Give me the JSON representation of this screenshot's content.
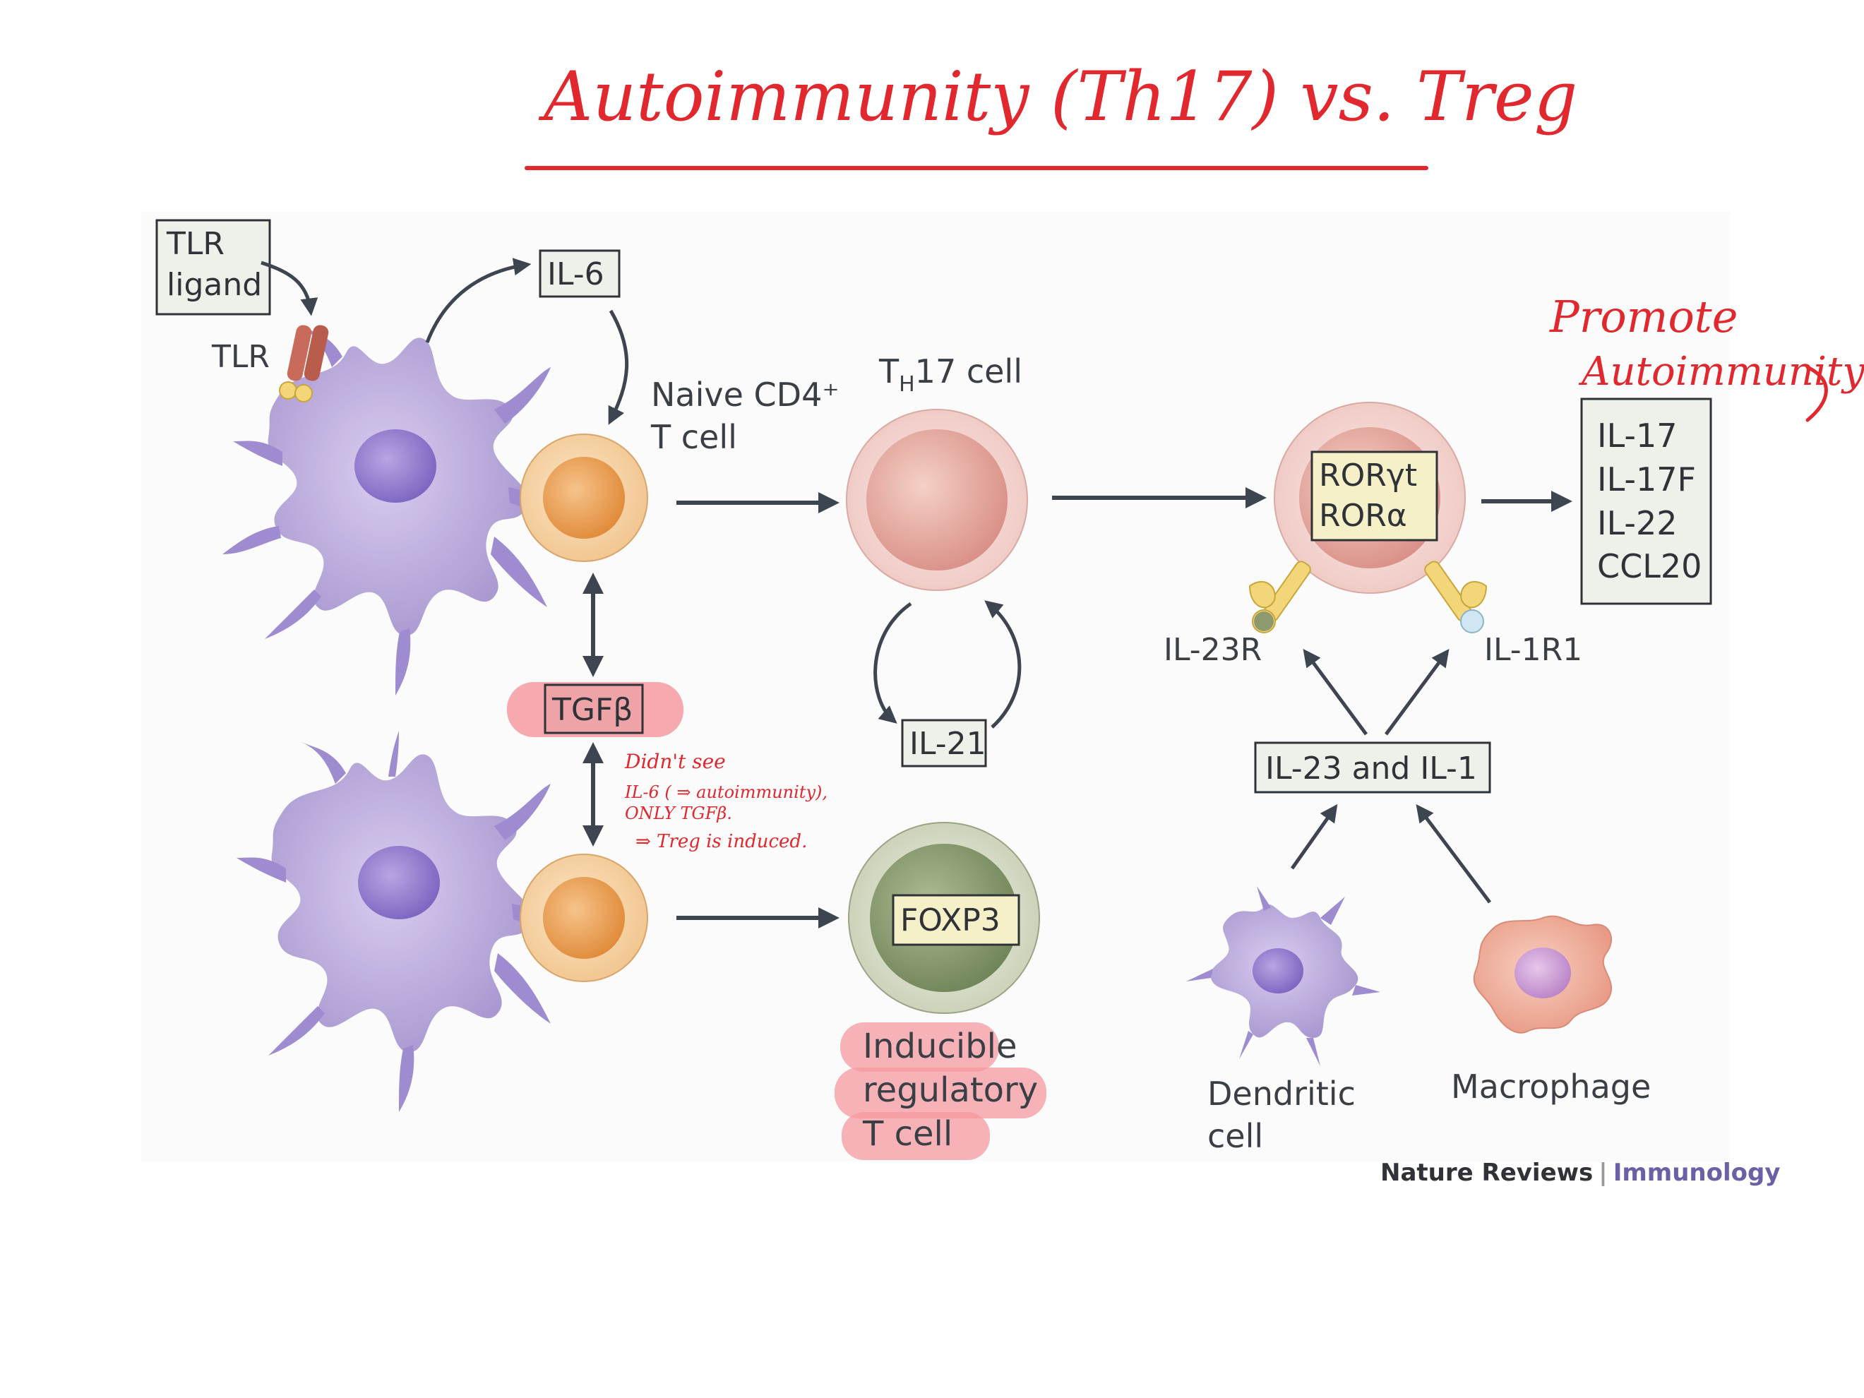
{
  "title": "Autoimmunity (Th17) vs. Treg",
  "labels": {
    "tlr_ligand_line1": "TLR",
    "tlr_ligand_line2": "ligand",
    "tlr": "TLR",
    "il6": "IL-6",
    "naive_line1": "Naive CD4⁺",
    "naive_line2": "T cell",
    "th17_prefix": "T",
    "th17_sub": "H",
    "th17_suffix": "17 cell",
    "tgfb": "TGFβ",
    "il21": "IL-21",
    "ror_line1": "RORγt",
    "ror_line2": "RORα",
    "il23r": "IL-23R",
    "il1r1": "IL-1R1",
    "il23_il1": "IL-23 and IL-1",
    "foxp3": "FOXP3",
    "itreg_line1": "Inducible",
    "itreg_line2": "regulatory",
    "itreg_line3": "T cell",
    "dc_line1": "Dendritic",
    "dc_line2": "cell",
    "macrophage": "Macrophage",
    "outputs": [
      "IL-17",
      "IL-17F",
      "IL-22",
      "CCL20"
    ],
    "credit_journal": "Nature Reviews",
    "credit_separator": "|",
    "credit_section": "Immunology"
  },
  "annotations": {
    "promote_line1": "Promote",
    "promote_line2": "Autoimmunity",
    "note_line1": "Didn't see",
    "note_line2": "IL-6 ( ⇒ autoimmunity),",
    "note_line3": "ONLY TGFβ.",
    "note_line4": "⇒  Treg is induced."
  },
  "colors": {
    "annotation_red": "#e0282e",
    "highlight": "#f59aa0",
    "arrow": "#3d4650",
    "dendritic": "#b7a6d8",
    "naive_t": "#eaa35c",
    "th17": "#ecb7b0",
    "treg": "#8c9e74"
  }
}
